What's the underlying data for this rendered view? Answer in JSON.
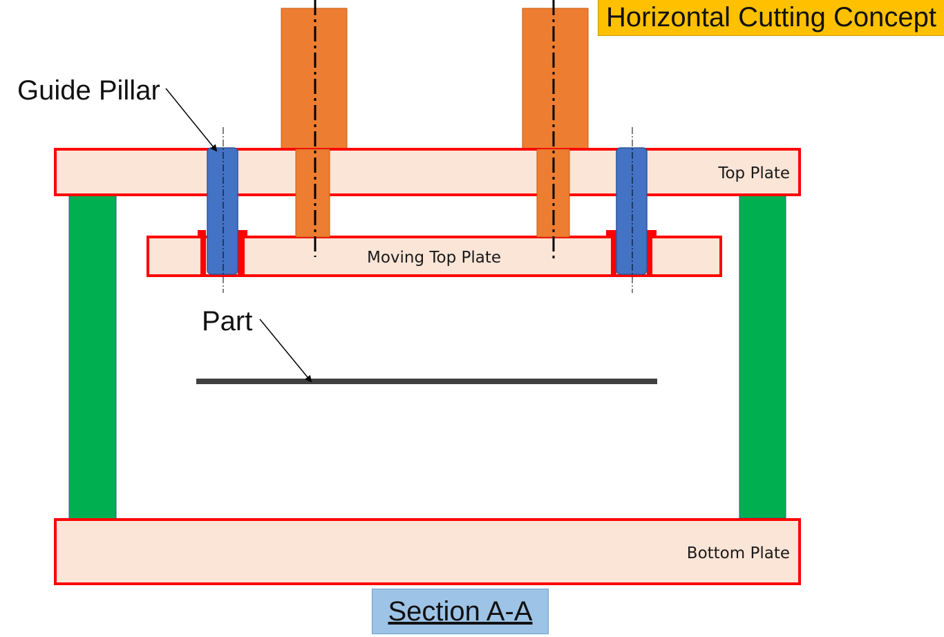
{
  "title": "Horizontal Cutting Concept",
  "section_label": "Section A-A",
  "labels": {
    "top_plate": "Top Plate",
    "moving_top_plate": "Moving Top Plate",
    "bottom_plate": "Bottom Plate"
  },
  "callouts": {
    "guide_pillar": "Guide Pillar",
    "part": "Part"
  },
  "colors": {
    "plate_fill": "#fbe5d6",
    "plate_border": "#ff0000",
    "cutter": "#ed7d31",
    "cutter_border": "#c55a11",
    "guide_pillar": "#4472c4",
    "support_column": "#00b050",
    "part": "#404040",
    "title_bg": "#ffc000",
    "section_bg": "#9dc3e6"
  }
}
